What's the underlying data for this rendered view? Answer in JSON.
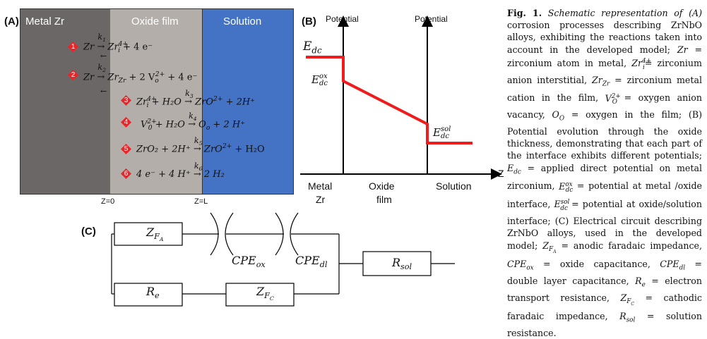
{
  "panelA": {
    "label": "(A)",
    "regions": {
      "metal": "Metal Zr",
      "oxide": "Oxide film",
      "solution": "Solution"
    },
    "z0": "Z=0",
    "zL": "Z=L",
    "colors": {
      "metal": "#6b6766",
      "oxide": "#b3aeaa",
      "solution": "#4472c4",
      "diamond": "#e8262a"
    },
    "reactions": [
      {
        "num": "1",
        "lhs": "Zr",
        "k": "k",
        "ks": "1",
        "rhs": "Zr",
        "rhs_sup": "4+",
        "rhs_sub": "i",
        "rest": " + 4 e⁻"
      },
      {
        "num": "2",
        "lhs": "Zr",
        "k": "k",
        "ks": "2",
        "rhs": "Zr",
        "rhs_sub": "Zr",
        "rest": " + 2 V",
        "rest2_sub": "o",
        "rest2_sup": "2+",
        "rest3": " + 4 e⁻"
      },
      {
        "num": "3",
        "lhs": "Zr",
        "lhs_sup": "4+",
        "lhs_sub": "i",
        "lhs_rest": " + H₂O",
        "ks": "3",
        "rhs": "ZrO",
        "rhs_sup": "2+",
        "rest": " + 2H⁺"
      },
      {
        "num": "4",
        "lhs": "V",
        "lhs_sup": "2+",
        "lhs_sub": "0",
        "lhs_rest": " + H₂O",
        "ks": "4",
        "rhs": "O",
        "rhs_sub": "o",
        "rest": " + 2 H⁺"
      },
      {
        "num": "5",
        "lhs": "ZrO₂ + 2H⁺",
        "ks": "5",
        "rhs": "ZrO",
        "rhs_sup": "2+",
        "rest": " + H₂O"
      },
      {
        "num": "6",
        "lhs": "4 e⁻ + 4 H⁺",
        "ks": "6",
        "rhs": "2 H₂"
      }
    ]
  },
  "panelB": {
    "label": "(B)",
    "y_label_left": "Potential",
    "y_label_right": "Potential",
    "z_label": "Z",
    "regions": [
      "Metal",
      "Zr",
      "Oxide",
      "film",
      "Solution"
    ],
    "edc": "E",
    "edc_sub": "dc",
    "edc_ox_sup": "ox",
    "edc_sol_sup": "sol",
    "line_color": "#ee1c1c"
  },
  "panelC": {
    "label": "(C)",
    "zfa": "Z",
    "zfa_sub": "F",
    "zfa_subsub": "A",
    "re": "R",
    "re_sub": "e",
    "zfc": "Z",
    "zfc_sub": "F",
    "zfc_subsub": "C",
    "cpe_ox": "CPE",
    "cpe_ox_sub": "ox",
    "cpe_dl": "CPE",
    "cpe_dl_sub": "dl",
    "rsol": "R",
    "rsol_sub": "sol"
  },
  "caption": {
    "fig": "Fig. 1.",
    "title": "Schematic representation of (A)",
    "text1": "corrosion processes describing ZrNbO alloys, exhibiting the reactions taken into account in the developed model;",
    "zr": "Zr",
    "t_zr": "= zirconium atom in metal,",
    "t_zri": "= zirconium anion interstitial,",
    "t_zrzr": "= zirconium metal cation in the film,",
    "t_vo": "= oxygen anion vacancy,",
    "t_oo": "= oxygen in the film; (B) Potential evolution through the oxide thickness, demonstrating that each part of the interface exhibits different potentials;",
    "t_edc": "= applied direct potential on metal zirconium,",
    "t_edcox": "= potential at metal /oxide interface,",
    "t_edcsol": "= potential at oxide/solution interface; (C) Electrical circuit describing ZrNbO alloys, used in the developed model;",
    "t_zfa": "= anodic faradaic impedance,",
    "t_cpeox": "= oxide capacitance,",
    "t_cpedl": "= double layer capacitance,",
    "t_re": "= electron transport resistance,",
    "t_zfc": "= cathodic faradaic impedance,",
    "t_rsol": "= solution resistance."
  }
}
